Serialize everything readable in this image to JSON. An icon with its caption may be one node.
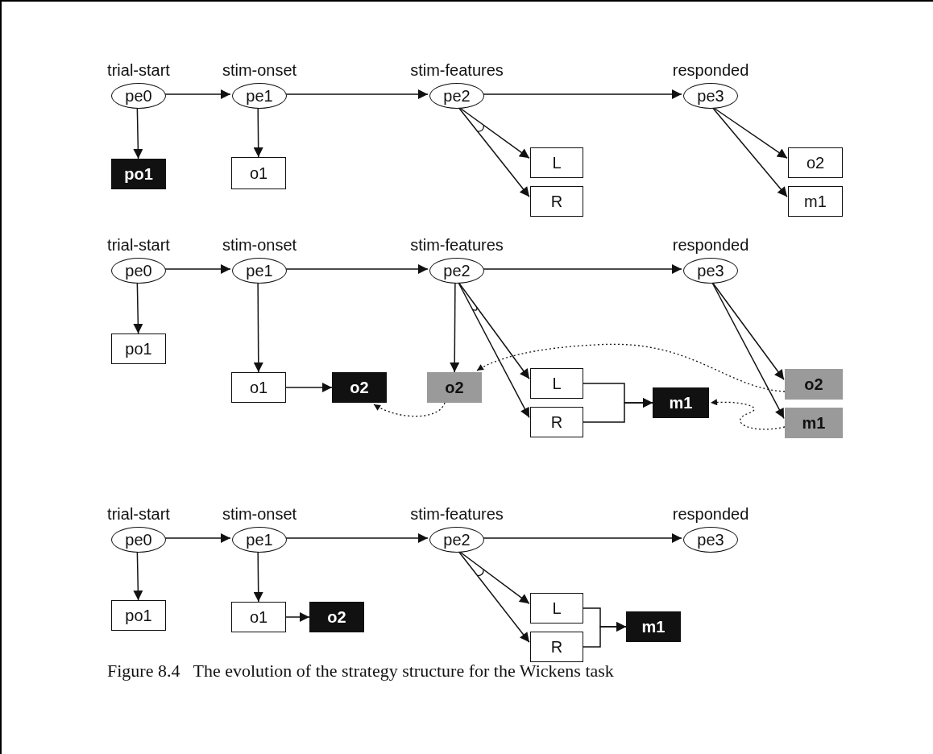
{
  "diagram": {
    "caption": "Figure 8.4   The evolution of the strategy structure for the Wickens task",
    "nodes": [
      {
        "text": [
          "trial-start",
          "pe0"
        ]
      },
      {
        "text": [
          "stim-onset",
          "pe1"
        ]
      },
      {
        "text": [
          "stim-features",
          "pe2"
        ]
      },
      {
        "text": [
          "responded",
          "pe3"
        ]
      },
      {
        "text": [
          "po1"
        ]
      },
      {
        "text": [
          "o1"
        ]
      },
      {
        "text": [
          "L"
        ]
      },
      {
        "text": [
          "R"
        ]
      },
      {
        "text": [
          "o2"
        ]
      },
      {
        "text": [
          "m1"
        ]
      },
      {
        "text": [
          "trial-start",
          "pe0"
        ]
      },
      {
        "text": [
          "stim-onset",
          "pe1"
        ]
      },
      {
        "text": [
          "stim-features",
          "pe2"
        ]
      },
      {
        "text": [
          "responded",
          "pe3"
        ]
      },
      {
        "text": [
          "po1"
        ]
      },
      {
        "text": [
          "o1"
        ]
      },
      {
        "text": [
          "o2"
        ]
      },
      {
        "text": [
          "o2"
        ]
      },
      {
        "text": [
          "L"
        ]
      },
      {
        "text": [
          "R"
        ]
      },
      {
        "text": [
          "m1"
        ]
      },
      {
        "text": [
          "o2"
        ]
      },
      {
        "text": [
          "m1"
        ]
      },
      {
        "text": [
          "trial-start",
          "pe0"
        ]
      },
      {
        "text": [
          "stim-onset",
          "pe1"
        ]
      },
      {
        "text": [
          "stim-features",
          "pe2"
        ]
      },
      {
        "text": [
          "responded",
          "pe3"
        ]
      },
      {
        "text": [
          "po1"
        ]
      },
      {
        "text": [
          "o1"
        ]
      },
      {
        "text": [
          "o2"
        ]
      },
      {
        "text": [
          "L"
        ]
      },
      {
        "text": [
          "R"
        ]
      },
      {
        "text": [
          "m1"
        ]
      }
    ],
    "edges": [
      {
        "from": 0,
        "to": 1,
        "arrow": "to"
      },
      {
        "from": 1,
        "to": 2,
        "arrow": "to"
      },
      {
        "from": 2,
        "to": 3,
        "arrow": "to"
      },
      {
        "from": 0,
        "to": 4,
        "arrow": "to"
      },
      {
        "from": 1,
        "to": 5,
        "arrow": "to"
      },
      {
        "from": 2,
        "to": 6,
        "arrow": "to"
      },
      {
        "from": 2,
        "to": 7,
        "arrow": "to"
      },
      {
        "from": 3,
        "to": 8,
        "arrow": "to"
      },
      {
        "from": 3,
        "to": 9,
        "arrow": "to"
      },
      {
        "from": 10,
        "to": 11,
        "arrow": "to"
      },
      {
        "from": 11,
        "to": 12,
        "arrow": "to"
      },
      {
        "from": 12,
        "to": 13,
        "arrow": "to"
      },
      {
        "from": 10,
        "to": 14,
        "arrow": "to"
      },
      {
        "from": 11,
        "to": 15,
        "arrow": "to"
      },
      {
        "from": 15,
        "to": 16,
        "arrow": "to"
      },
      {
        "from": 12,
        "to": 17,
        "arrow": "to"
      },
      {
        "from": 12,
        "to": 18,
        "arrow": "to"
      },
      {
        "from": 12,
        "to": 19,
        "arrow": "to"
      },
      {
        "from": 18,
        "to": 20,
        "arrow": "to"
      },
      {
        "from": 19,
        "to": 20,
        "arrow": "to"
      },
      {
        "from": 13,
        "to": 21,
        "arrow": "to"
      },
      {
        "from": 13,
        "to": 22,
        "arrow": "to"
      },
      {
        "from": 21,
        "to": 17,
        "arrow": "to",
        "style": "dashed"
      },
      {
        "from": 17,
        "to": 16,
        "arrow": "to",
        "style": "dashed"
      },
      {
        "from": 22,
        "to": 20,
        "arrow": "to",
        "style": "dashed"
      },
      {
        "from": 23,
        "to": 24,
        "arrow": "to"
      },
      {
        "from": 24,
        "to": 25,
        "arrow": "to"
      },
      {
        "from": 25,
        "to": 26,
        "arrow": "to"
      },
      {
        "from": 23,
        "to": 27,
        "arrow": "to"
      },
      {
        "from": 24,
        "to": 28,
        "arrow": "to"
      },
      {
        "from": 28,
        "to": 29,
        "arrow": "to"
      },
      {
        "from": 25,
        "to": 30,
        "arrow": "to"
      },
      {
        "from": 25,
        "to": 31,
        "arrow": "to"
      },
      {
        "from": 30,
        "to": 32,
        "arrow": "to"
      },
      {
        "from": 31,
        "to": 32,
        "arrow": "to"
      }
    ]
  }
}
